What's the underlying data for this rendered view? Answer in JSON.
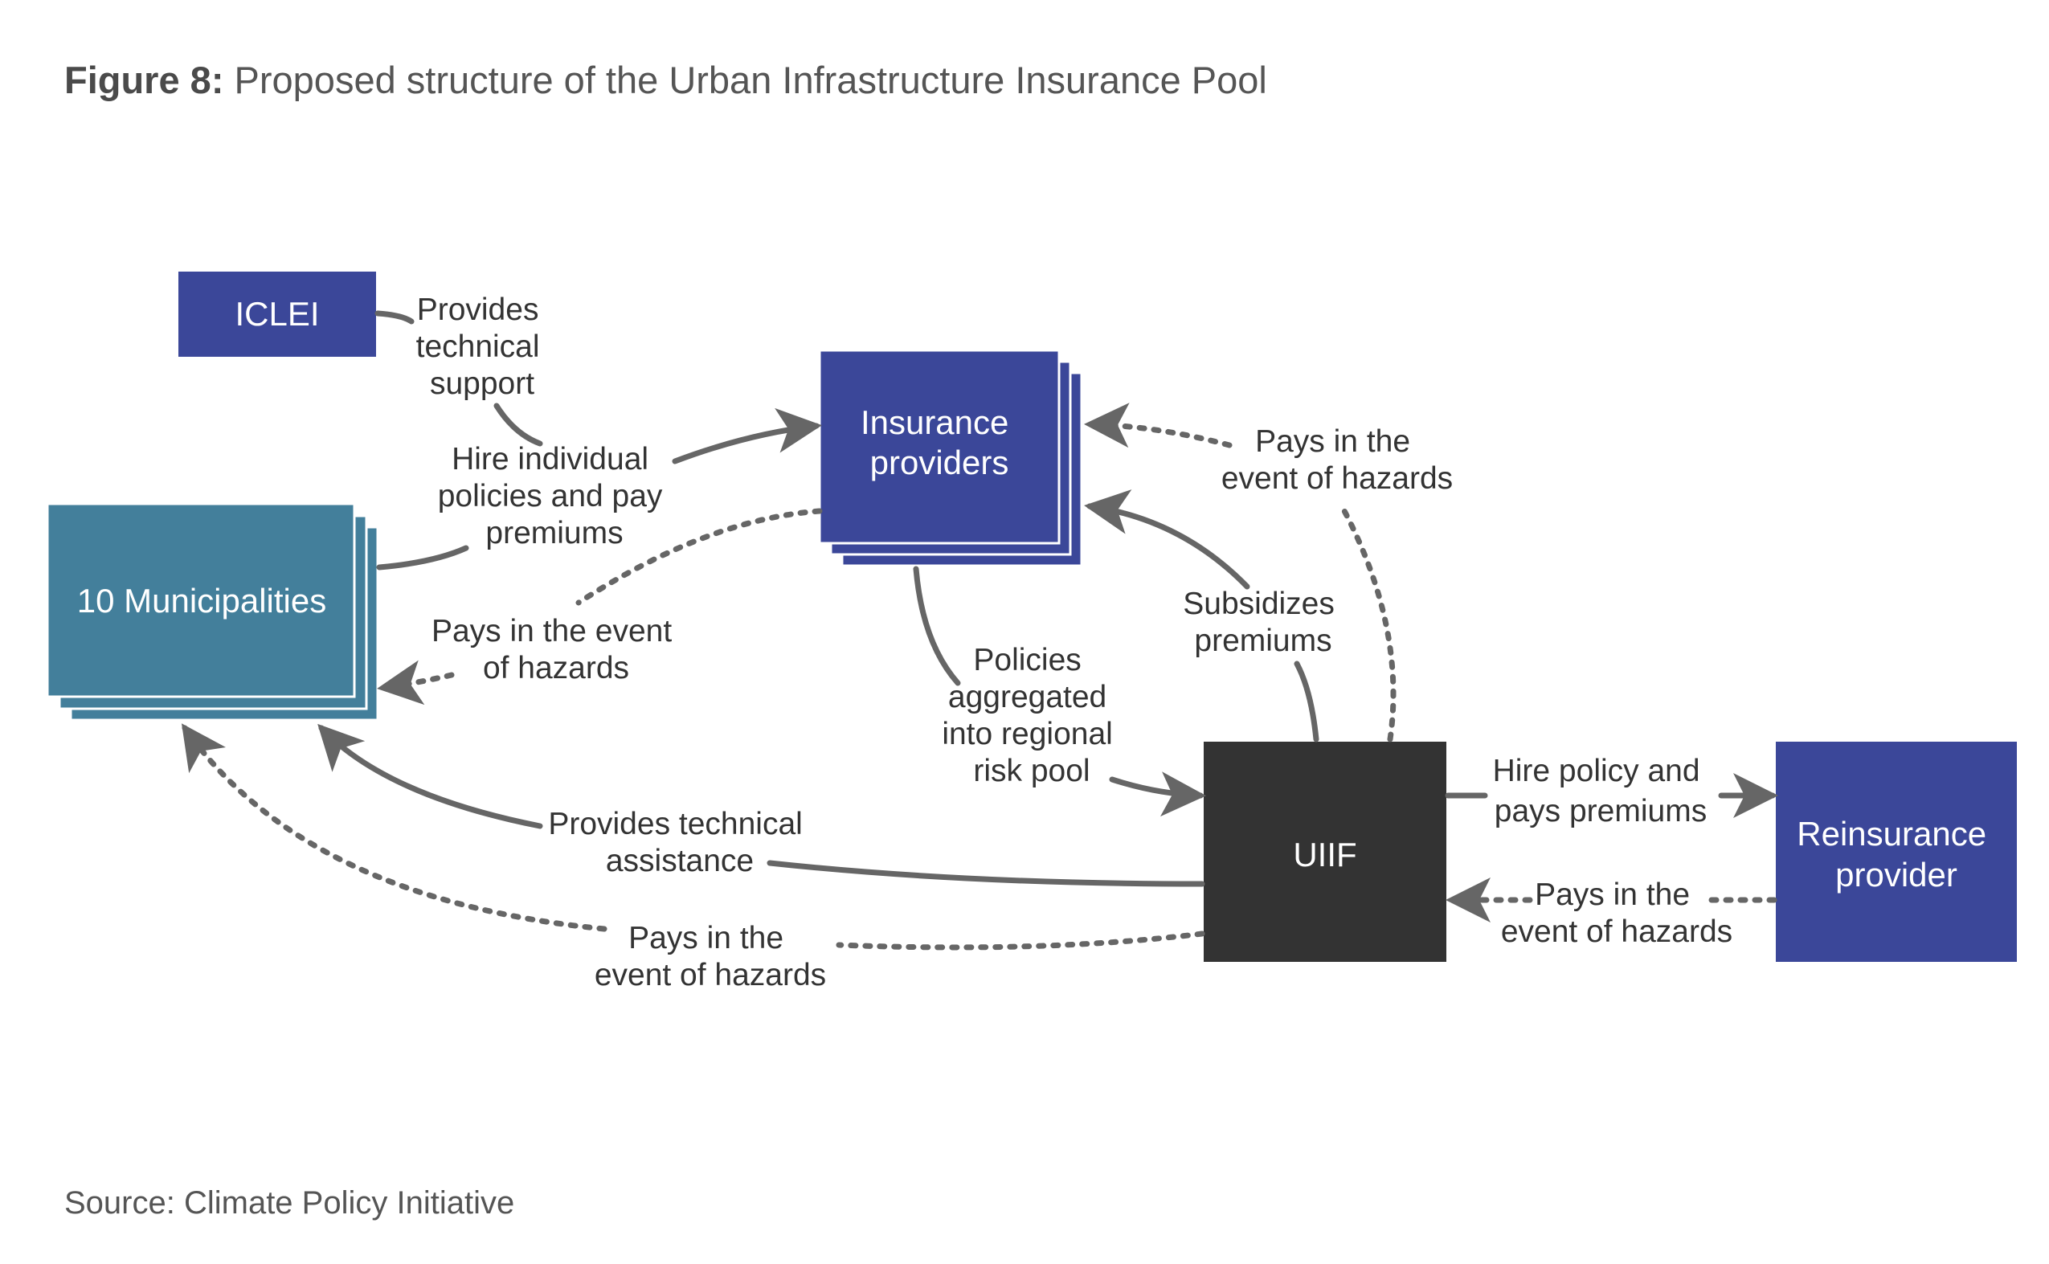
{
  "title": {
    "lead": "Figure 8:",
    "text": "Proposed structure of the Urban Infrastructure Insurance Pool"
  },
  "source": "Source: Climate Policy Initiative",
  "colors": {
    "navy": "#3b4799",
    "teal": "#437f9b",
    "dark": "#333333",
    "arrow": "#666666",
    "text": "#333333"
  },
  "nodes": {
    "iclei": "ICLEI",
    "insurance": [
      "Insurance",
      "providers"
    ],
    "municipalities": "10 Municipalities",
    "uiif": "UIIF",
    "reinsurance": [
      "Reinsurance",
      "provider"
    ]
  },
  "edges": {
    "technical_support": [
      "Provides",
      "technical",
      "support"
    ],
    "hire_policies": [
      "Hire individual",
      "policies and pay",
      "premiums"
    ],
    "pays_ins_to_muni": [
      "Pays in the event",
      "of hazards"
    ],
    "aggregated": [
      "Policies",
      "aggregated",
      "into regional",
      "risk pool"
    ],
    "subsidizes": [
      "Subsidizes",
      "premiums"
    ],
    "pays_uiif_to_ins": [
      "Pays in the",
      "event of hazards"
    ],
    "hire_reinsurance": [
      "Hire policy and",
      "pays premiums"
    ],
    "pays_reins_to_uiif": [
      "Pays in the",
      "event of hazards"
    ],
    "technical_assistance": [
      "Provides technical",
      "assistance"
    ],
    "pays_uiif_to_muni": [
      "Pays in the",
      "event of hazards"
    ]
  }
}
